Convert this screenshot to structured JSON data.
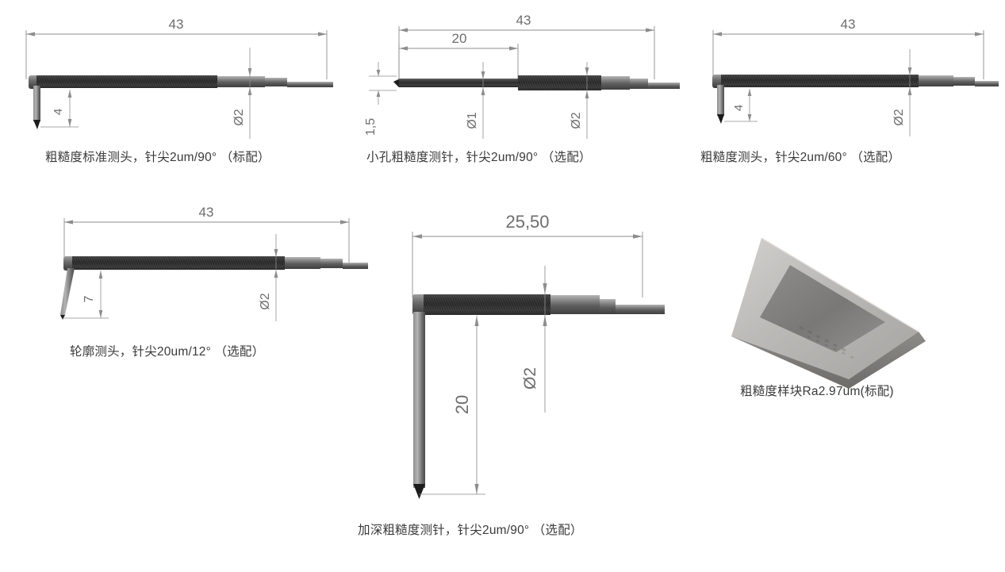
{
  "page": {
    "background_color": "#ffffff",
    "line_color": "#8d8d8d",
    "text_color": "#3a3a3a",
    "body_dark_color": "#2b2b2b",
    "body_mid_color": "#6e6e6e",
    "body_light_color": "#a8a8a8"
  },
  "figures": [
    {
      "id": "probe-std",
      "name": "standard-roughness-probe",
      "caption": "粗糙度标准测头，针尖2um/90°  （标配）",
      "dimensions": {
        "length": "43",
        "stylus_drop": "4",
        "diameter": "Ø2"
      }
    },
    {
      "id": "probe-hole",
      "name": "small-hole-roughness-probe",
      "caption": "小孔粗糙度测针，针尖2um/90°  （选配）",
      "dimensions": {
        "length": "43",
        "needle_length": "20",
        "tip_height": "1,5",
        "needle_diameter": "Ø1",
        "body_diameter": "Ø2"
      }
    },
    {
      "id": "probe-60",
      "name": "roughness-probe-60deg",
      "caption": "粗糙度测头，针尖2um/60°  （选配）",
      "dimensions": {
        "length": "43",
        "stylus_drop": "4",
        "diameter": "Ø2"
      }
    },
    {
      "id": "probe-contour",
      "name": "contour-probe",
      "caption": "轮廓测头，针尖20um/12°  （选配）",
      "dimensions": {
        "length": "43",
        "stylus_drop": "7",
        "diameter": "Ø2"
      }
    },
    {
      "id": "probe-deep",
      "name": "deep-roughness-probe",
      "caption": "加深粗糙度测针，针尖2um/90°  （选配）",
      "dimensions": {
        "length": "25,50",
        "arm_length": "20",
        "diameter": "Ø2"
      }
    },
    {
      "id": "sample-block",
      "name": "roughness-specimen-block",
      "caption": "粗糙度样块Ra2.97um(标配)",
      "dimensions": {}
    }
  ]
}
